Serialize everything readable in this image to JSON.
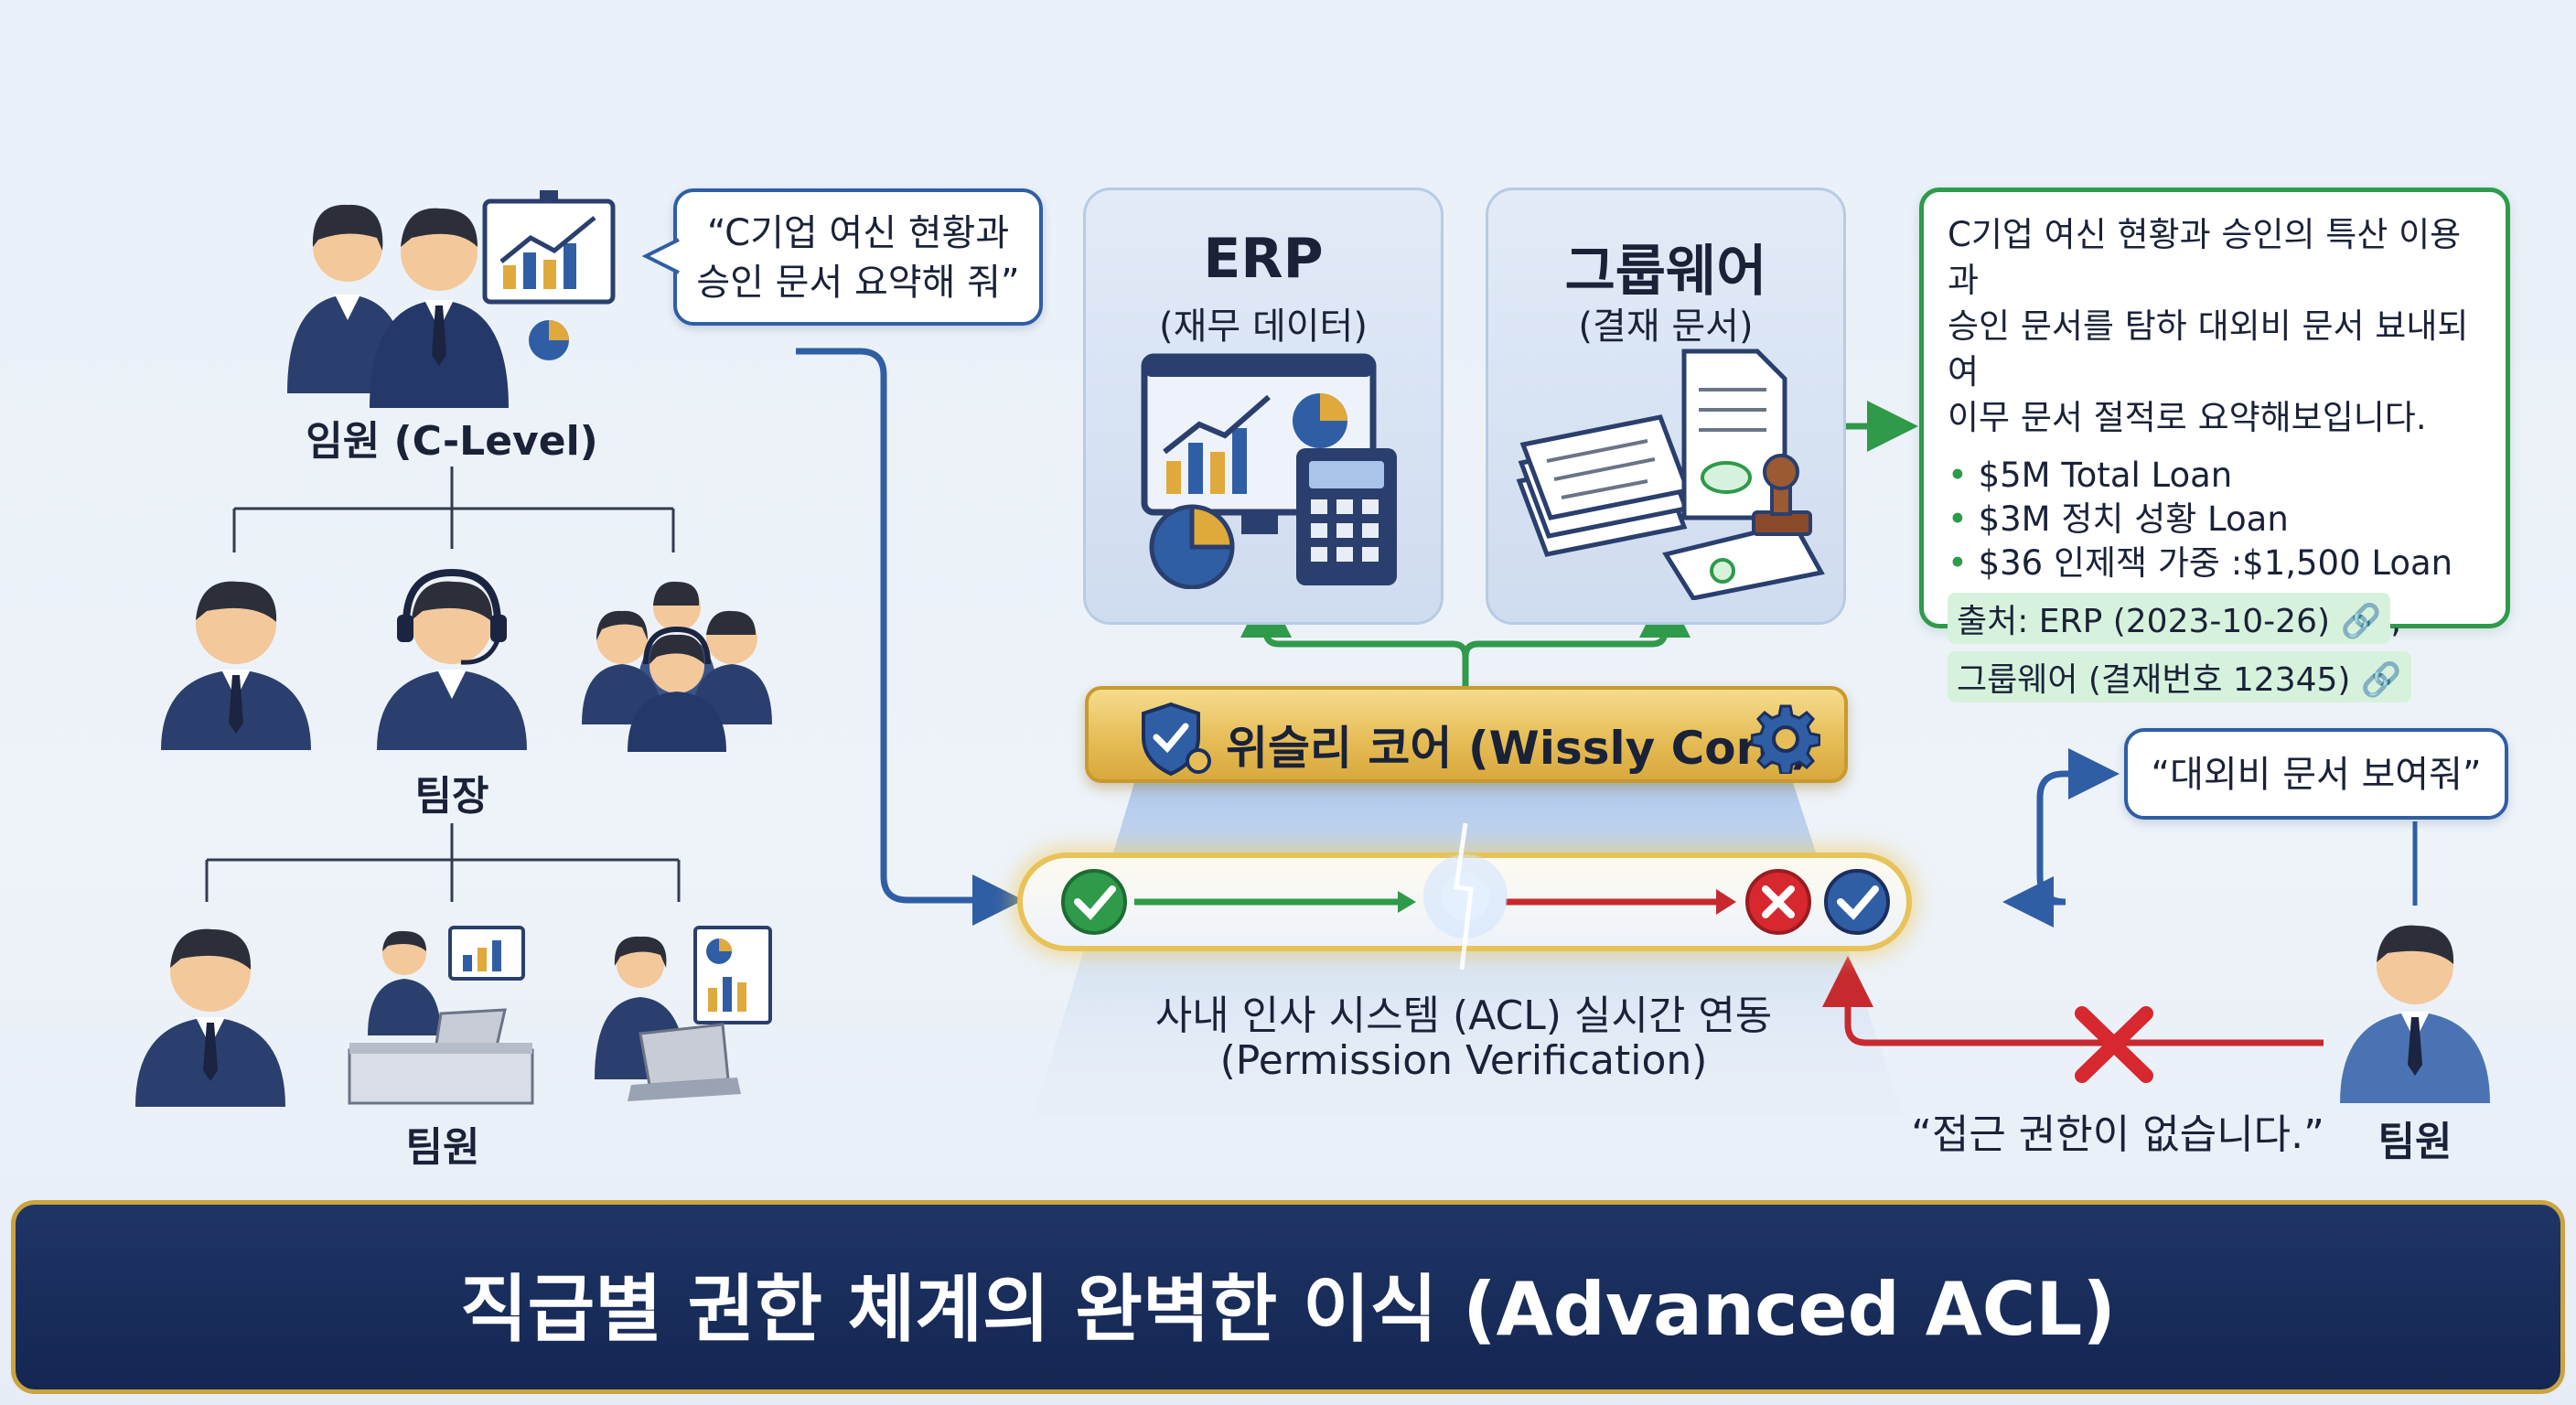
{
  "hierarchy": {
    "executive_label": "임원 (C-Level)",
    "leader_label": "팀장",
    "member_label": "팀원"
  },
  "exec_query": {
    "line1": "“C기업 여신 현황과",
    "line2": "승인 문서 요약해 줘”"
  },
  "erp_panel": {
    "title": "ERP",
    "subtitle": "(재무 데이터)"
  },
  "groupware_panel": {
    "title": "그룹웨어",
    "subtitle": "(결재 문서)"
  },
  "answer": {
    "line1": "C기업 여신 현황과 승인의 특산 이용과",
    "line2": "승인 문서를 탐하 대외비 문서 뵤내되여",
    "line3": "이무 문서 절적로 요약해보입니다.",
    "bullets": [
      "$5M Total Loan",
      "$3M 정치 성황 Loan",
      "$36 인제잭 가중 :$1,500 Loan"
    ],
    "source1": "출처: ERP (2023-10-26)",
    "source_separator": ",",
    "source2": "그룹웨어 (결재번호 12345)"
  },
  "core": {
    "title": "위슬리 코어 (Wissly Core)"
  },
  "acl": {
    "line1": "사내 인사 시스템 (ACL) 실시간 연동",
    "line2": "(Permission Verification)"
  },
  "member_request": {
    "text": "“대외비 문서 보여줘”",
    "user_label": "팀원"
  },
  "denied": {
    "text": "“접근 권한이 없습니다.”"
  },
  "banner": {
    "title": "직급별 권한 체계의 완벽한 이식 (Advanced ACL)"
  },
  "colors": {
    "navy": "#1f3566",
    "flow_blue": "#2f5ea5",
    "allow_green": "#2e9a4a",
    "deny_red": "#c62a2f",
    "gold": "#d9a93d"
  }
}
